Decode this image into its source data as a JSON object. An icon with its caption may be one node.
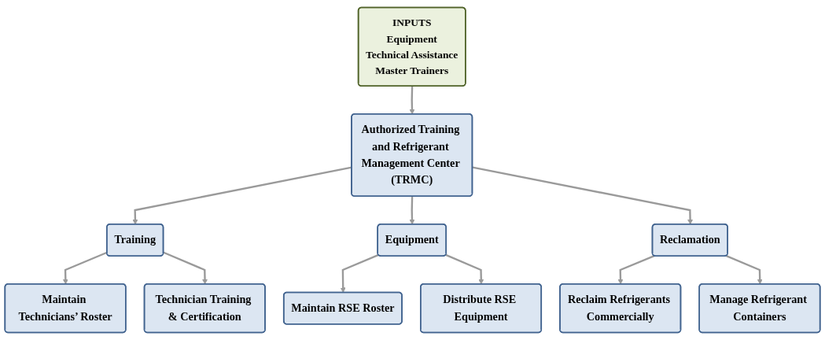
{
  "diagram": {
    "nodes": [
      {
        "text": [
          "Authorized Training and Refrigerant Management Center (TRMC)"
        ]
      },
      {
        "text": [
          "INPUTS",
          "Equipment",
          "Technical Assistance",
          "Master Trainers"
        ]
      },
      {
        "text": [
          "Training"
        ]
      },
      {
        "text": [
          "Equipment"
        ]
      },
      {
        "text": [
          "Reclamation"
        ]
      },
      {
        "text": [
          "Maintain Technicians’ Roster"
        ]
      },
      {
        "text": [
          "Technician Training & Certification"
        ]
      },
      {
        "text": [
          "Maintain RSE Roster"
        ]
      },
      {
        "text": [
          "Distribute RSE Equipment"
        ]
      },
      {
        "text": [
          "Reclaim Refrigerants Commercially"
        ]
      },
      {
        "text": [
          "Manage Refrigerant Containers"
        ]
      }
    ],
    "edges": [
      {
        "from": 1,
        "to": 0,
        "arrow": "to"
      },
      {
        "from": 0,
        "to": 2,
        "arrow": "to"
      },
      {
        "from": 0,
        "to": 3,
        "arrow": "to"
      },
      {
        "from": 0,
        "to": 4,
        "arrow": "to"
      },
      {
        "from": 2,
        "to": 5,
        "arrow": "to"
      },
      {
        "from": 2,
        "to": 6,
        "arrow": "to"
      },
      {
        "from": 3,
        "to": 7,
        "arrow": "to"
      },
      {
        "from": 3,
        "to": 8,
        "arrow": "to"
      },
      {
        "from": 4,
        "to": 9,
        "arrow": "to"
      },
      {
        "from": 4,
        "to": 10,
        "arrow": "to"
      }
    ]
  }
}
